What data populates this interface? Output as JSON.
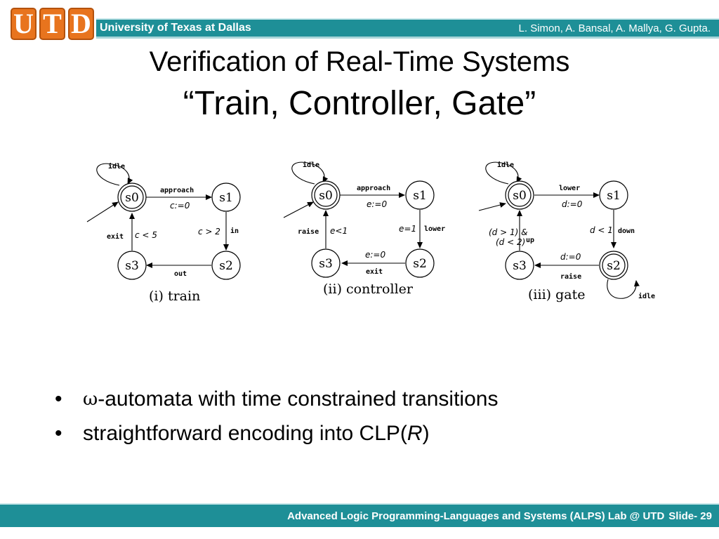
{
  "header": {
    "logo_letters": [
      "U",
      "T",
      "D"
    ],
    "university": "University of Texas at Dallas",
    "authors": "L. Simon, A. Bansal, A. Mallya, G. Gupta."
  },
  "title": {
    "line1": "Verification of Real-Time Systems",
    "line2": "“Train, Controller, Gate”"
  },
  "diagrams": {
    "train": {
      "caption": "(i) train",
      "states": [
        "s0",
        "s1",
        "s2",
        "s3"
      ],
      "idle": "idle",
      "approach": "approach",
      "approach_reset": "c:=0",
      "in": "in",
      "in_guard": "c > 2",
      "out": "out",
      "exit": "exit",
      "exit_guard": "c < 5"
    },
    "controller": {
      "caption": "(ii) controller",
      "states": [
        "s0",
        "s1",
        "s2",
        "s3"
      ],
      "idle": "idle",
      "approach": "approach",
      "approach_reset": "e:=0",
      "lower": "lower",
      "lower_guard": "e=1",
      "exit": "exit",
      "exit_reset": "e:=0",
      "raise": "raise",
      "raise_guard": "e<1"
    },
    "gate": {
      "caption": "(iii) gate",
      "states": [
        "s0",
        "s1",
        "s2",
        "s3"
      ],
      "idle_s0": "idle",
      "lower": "lower",
      "lower_reset": "d:=0",
      "down": "down",
      "down_guard": "d < 1",
      "raise": "raise",
      "raise_reset": "d:=0",
      "up": "up",
      "up_guard_1": "(d > 1) &",
      "up_guard_2": "(d < 2)",
      "idle_s2": "idle"
    }
  },
  "bullets": {
    "b1_symbol": "ω",
    "b1_text": "-automata with time constrained transitions",
    "b2_prefix": "straightforward encoding into CLP(",
    "b2_italic": "R",
    "b2_suffix": ")"
  },
  "footer": {
    "lab": "Advanced Logic Programming-Languages and Systems (ALPS) Lab @ UTD",
    "slide": "Slide- 29"
  }
}
